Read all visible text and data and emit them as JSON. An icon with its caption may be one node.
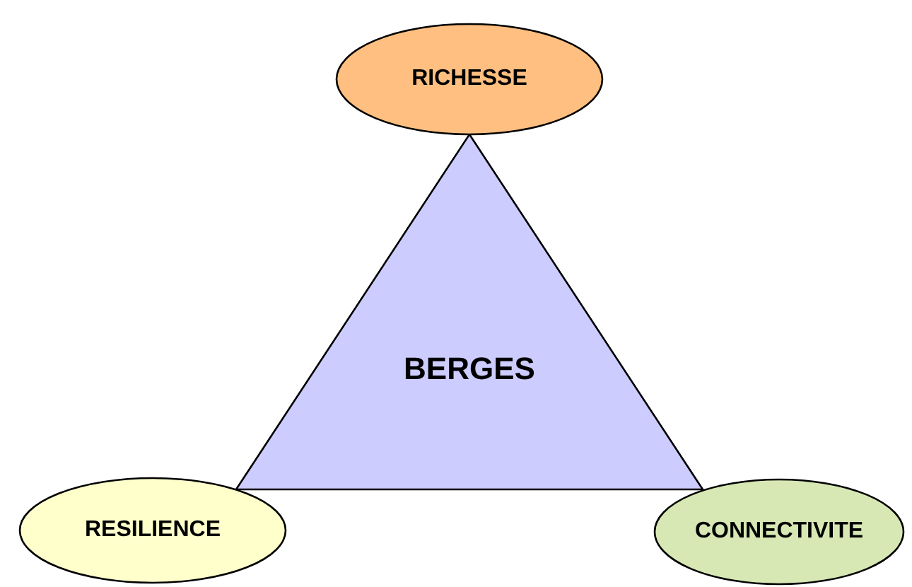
{
  "diagram": {
    "nodes": [
      {
        "text": [
          "RICHESSE"
        ]
      },
      {
        "text": [
          "BERGES"
        ]
      },
      {
        "text": [
          "RESILIENCE"
        ]
      },
      {
        "text": [
          "CONNECTIVITE"
        ]
      }
    ]
  }
}
